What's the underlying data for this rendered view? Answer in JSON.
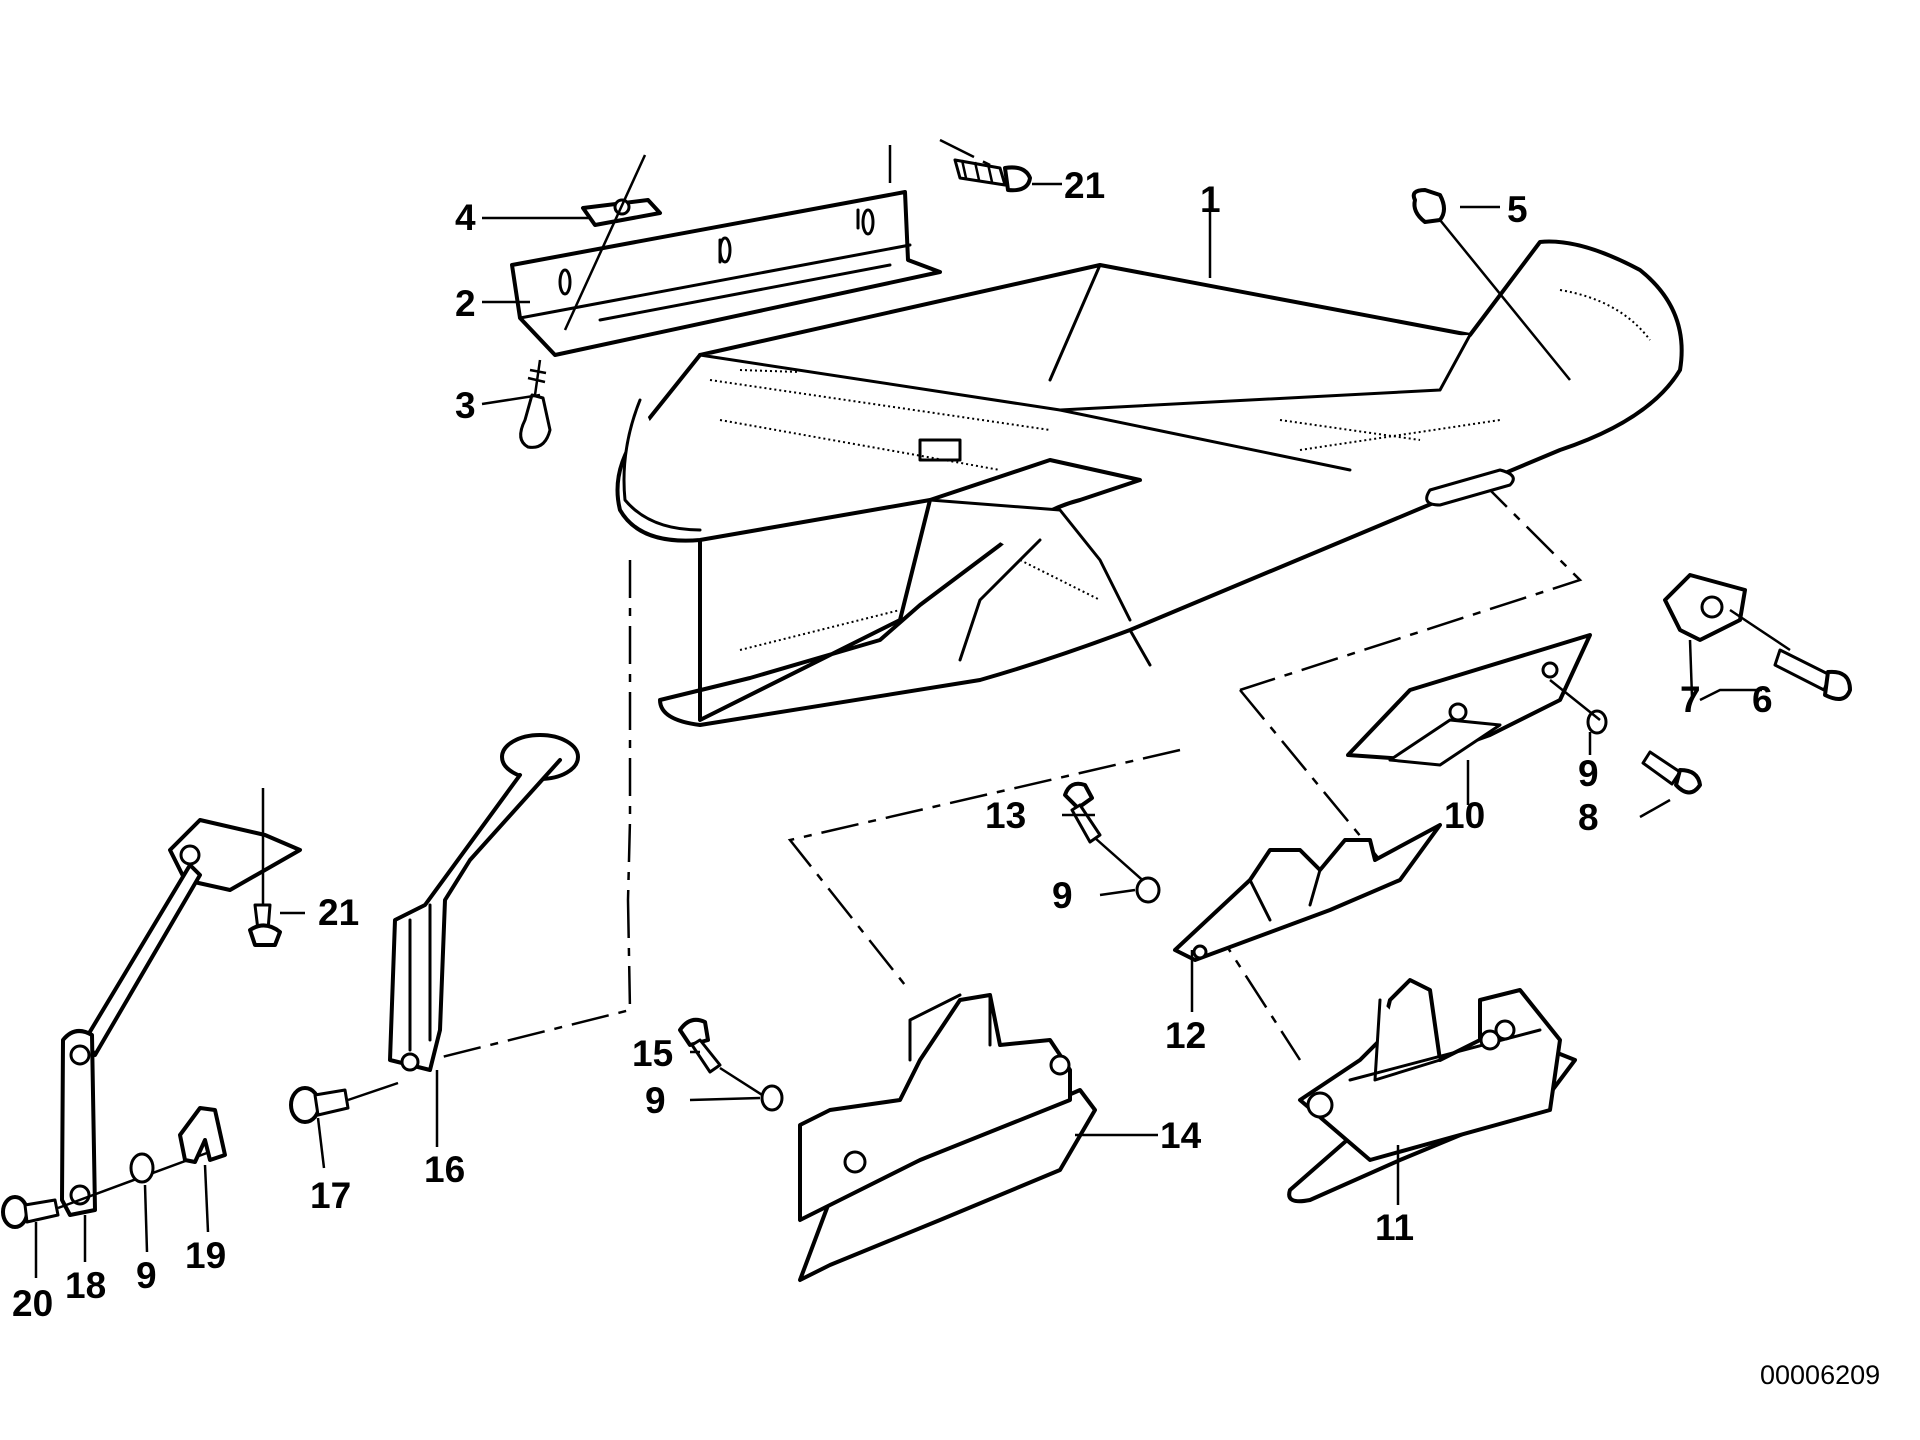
{
  "diagram": {
    "catalog_number": "00006209",
    "callouts": {
      "c1": "1",
      "c2": "2",
      "c3": "3",
      "c4": "4",
      "c5": "5",
      "c6": "6",
      "c7": "7",
      "c8": "8",
      "c9a": "9",
      "c9b": "9",
      "c9c": "9",
      "c9d": "9",
      "c10": "10",
      "c11": "11",
      "c12": "12",
      "c13": "13",
      "c14": "14",
      "c15": "15",
      "c16": "16",
      "c17": "17",
      "c18": "18",
      "c19": "19",
      "c20": "20",
      "c21a": "21",
      "c21b": "21"
    }
  }
}
